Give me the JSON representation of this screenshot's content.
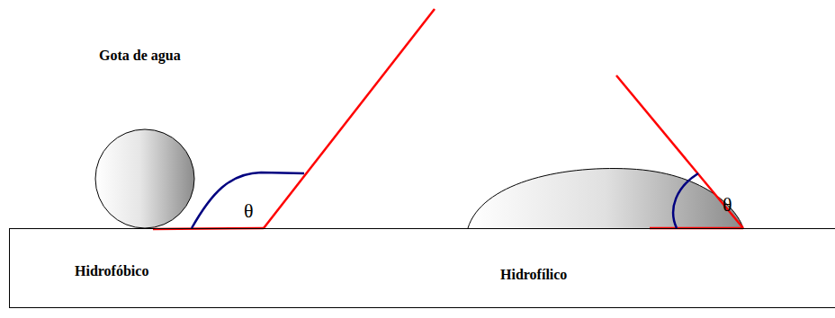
{
  "diagram": {
    "nodes": [
      {
        "text": [
          "Hidrofóbico",
          "Hidrofílico"
        ]
      }
    ],
    "labels": [
      "Gota de agua",
      "θ",
      "θ"
    ]
  }
}
